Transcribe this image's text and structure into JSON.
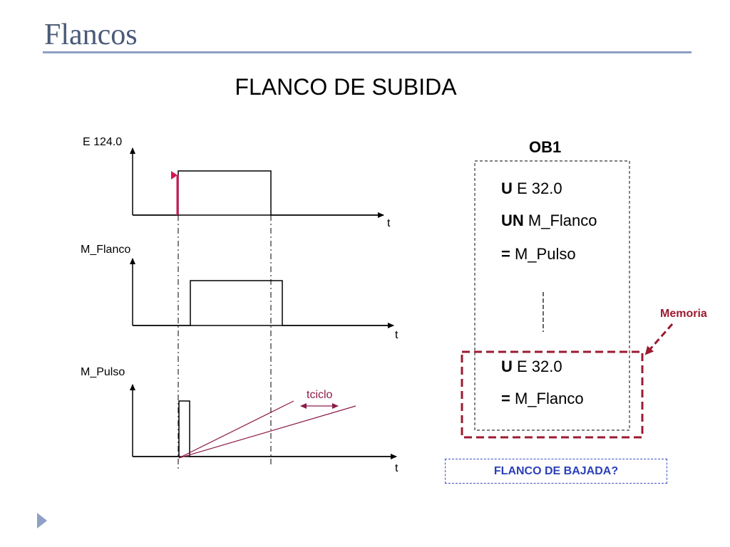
{
  "slide": {
    "title": "Flancos",
    "heading": "FLANCO DE SUBIDA"
  },
  "timing": {
    "signals": [
      {
        "name": "E 124.0",
        "axis_label": "t"
      },
      {
        "name": "M_Flanco",
        "axis_label": "t"
      },
      {
        "name": "M_Pulso",
        "axis_label": "t"
      }
    ],
    "tciclo_label": "tciclo"
  },
  "program": {
    "block_title": "OB1",
    "lines_top": [
      {
        "op": "U",
        "operand": "E 32.0"
      },
      {
        "op": "UN",
        "operand": "M_Flanco"
      },
      {
        "op": "=",
        "operand": "M_Pulso"
      }
    ],
    "lines_bottom": [
      {
        "op": "U",
        "operand": "E 32.0"
      },
      {
        "op": "=",
        "operand": "M_Flanco"
      }
    ],
    "memoria_label": "Memoria",
    "question": "FLANCO DE BAJADA?"
  },
  "colors": {
    "title": "#4a5a78",
    "rule": "#8ea0c4",
    "edge_arrow": "#d4145a",
    "memoria": "#9b1b30",
    "tciclo": "#8b1a4a",
    "bajada": "#2b3fb8"
  },
  "icons": {
    "bullet": "triangle-bullet-icon"
  }
}
